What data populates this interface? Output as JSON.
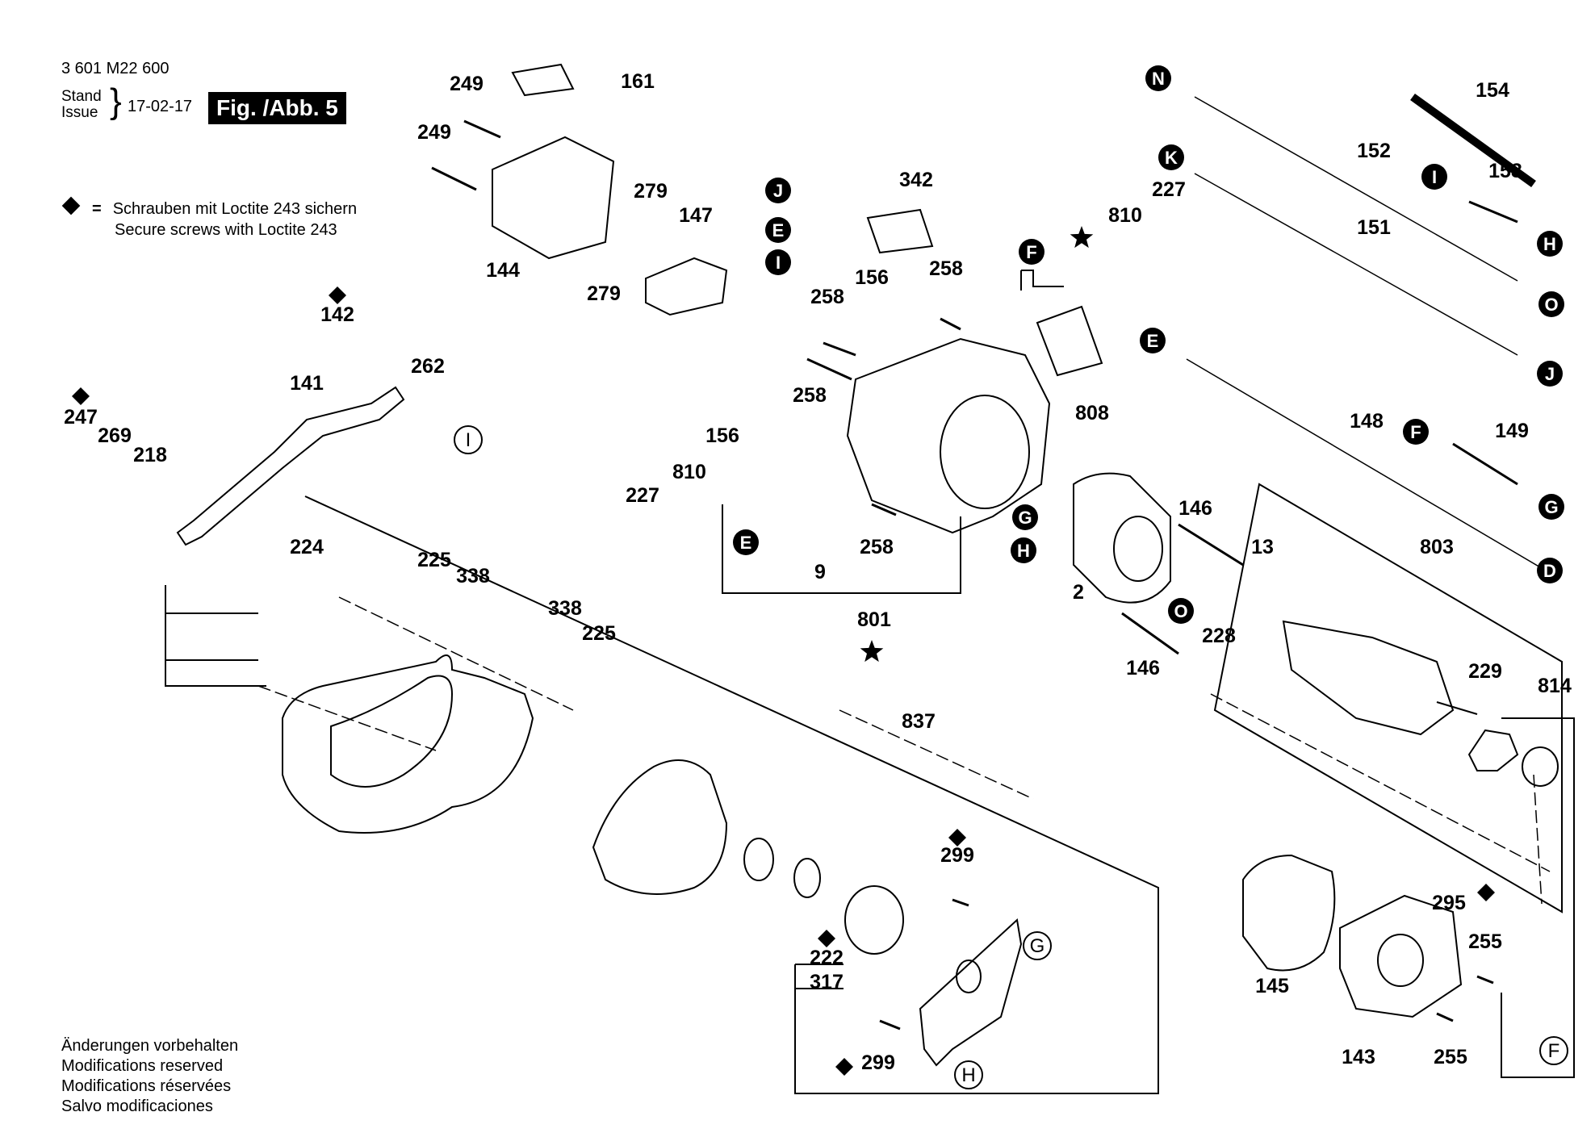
{
  "header": {
    "part_number": "3 601 M22 600",
    "stand_label": "Stand",
    "issue_label": "Issue",
    "date": "17-02-17",
    "figure": "Fig. /Abb. 5"
  },
  "legend": {
    "symbol": "diamond",
    "equals": "=",
    "line_de": "Schrauben mit Loctite 243 sichern",
    "line_en": "Secure screws with Loctite 243"
  },
  "footer": {
    "lines": [
      "Änderungen vorbehalten",
      "Modifications reserved",
      "Modifications réservées",
      "Salvo modificaciones"
    ]
  },
  "part_labels": [
    "161",
    "249",
    "249",
    "144",
    "279",
    "147",
    "279",
    "142",
    "141",
    "262",
    "247",
    "269",
    "218",
    "224",
    "225",
    "338",
    "338",
    "225",
    "342",
    "156",
    "258",
    "258",
    "258",
    "156",
    "227",
    "810",
    "9",
    "258",
    "801",
    "810",
    "227",
    "808",
    "146",
    "13",
    "2",
    "228",
    "146",
    "154",
    "152",
    "153",
    "151",
    "148",
    "149",
    "803",
    "229",
    "814",
    "837",
    "299",
    "222",
    "317",
    "299",
    "145",
    "295",
    "255",
    "143",
    "255"
  ],
  "connector_letters": [
    "N",
    "K",
    "I",
    "H",
    "O",
    "J",
    "E",
    "F",
    "G",
    "D",
    "J",
    "E",
    "I",
    "F",
    "E",
    "G",
    "H",
    "O"
  ],
  "outlined_letters": [
    "I",
    "G",
    "H",
    "F"
  ],
  "star_count": 2,
  "diamond_count": 6
}
